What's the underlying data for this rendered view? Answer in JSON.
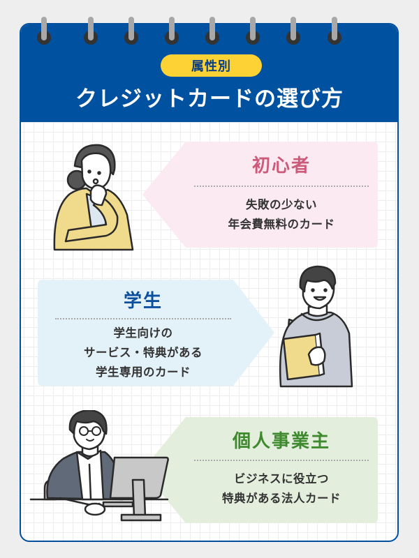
{
  "header": {
    "badge": "属性別",
    "title": "クレジットカードの選び方",
    "background_color": "#00519f",
    "badge_color": "#fdd235",
    "ring_count": 8
  },
  "sections": [
    {
      "id": "beginner",
      "heading": "初心者",
      "heading_color": "#cc5a7a",
      "bubble_color": "#fbeaf1",
      "lines": [
        "失敗の少ない",
        "年会費無料のカード"
      ],
      "illustration": "woman-thinking-icon"
    },
    {
      "id": "student",
      "heading": "学生",
      "heading_color": "#0b4f9e",
      "bubble_color": "#e3f1f8",
      "lines": [
        "学生向けの",
        "サービス・特典がある",
        "学生専用のカード"
      ],
      "illustration": "student-with-notebook-icon"
    },
    {
      "id": "sole-proprietor",
      "heading": "個人事業主",
      "heading_color": "#3f8a2e",
      "bubble_color": "#e3eedd",
      "lines": [
        "ビジネスに役立つ",
        "特典がある法人カード"
      ],
      "illustration": "man-at-computer-icon"
    }
  ]
}
